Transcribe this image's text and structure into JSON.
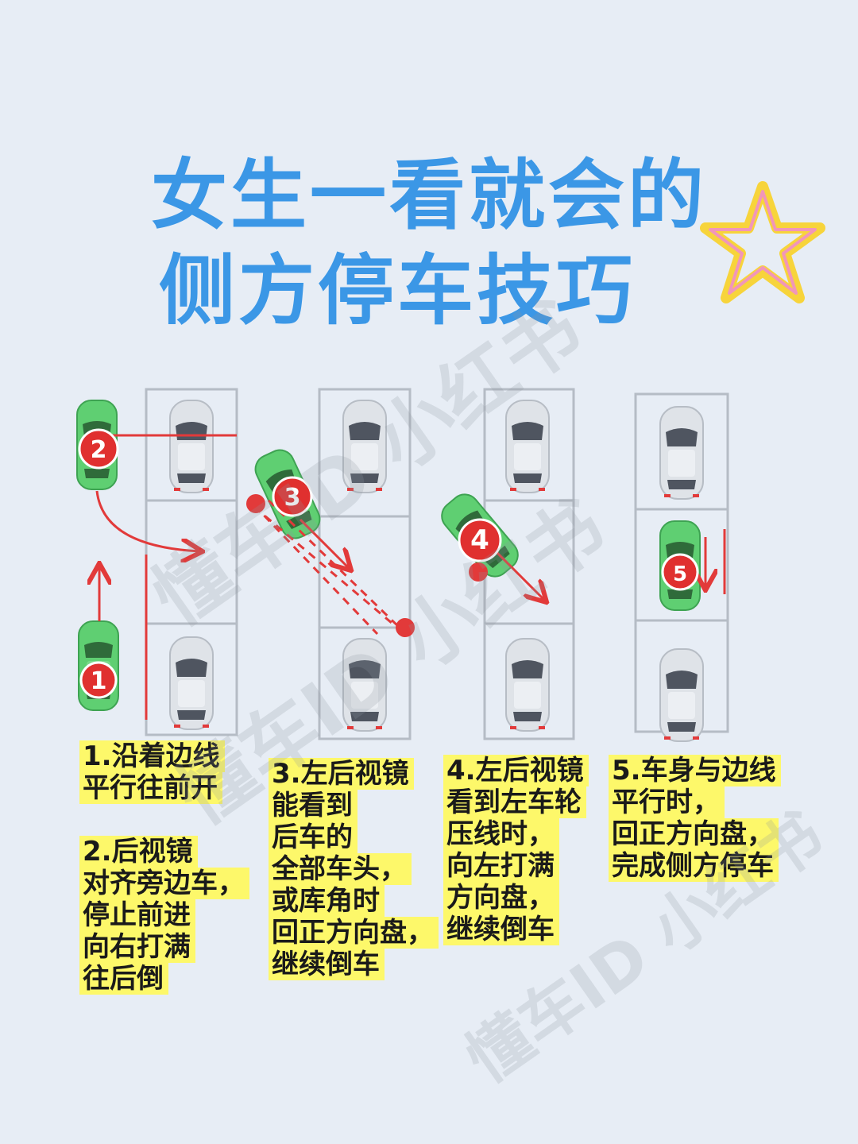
{
  "title": {
    "line1": "女生一看就会的",
    "line2": "侧方停车技巧"
  },
  "step_markers": [
    "1",
    "2",
    "3",
    "4",
    "5"
  ],
  "captions": [
    {
      "lines": [
        "1.沿着边线",
        "平行往前开"
      ]
    },
    {
      "lines": [
        "2.后视镜",
        "对齐旁边车，",
        "停止前进",
        "向右打满",
        "往后倒"
      ]
    },
    {
      "lines": [
        "3.左后视镜",
        "能看到",
        "后车的",
        "全部车头，",
        "或库角时",
        "回正方向盘，",
        "继续倒车"
      ]
    },
    {
      "lines": [
        "4.左后视镜",
        "看到左车轮",
        "压线时，",
        "向左打满",
        "方向盘，",
        "继续倒车"
      ]
    },
    {
      "lines": [
        "5.车身与边线",
        "平行时，",
        "回正方向盘，",
        "完成侧方停车"
      ]
    }
  ],
  "watermark": "懂车ID 小红书",
  "colors": {
    "background": "#e7edf5",
    "title": "#3b97e6",
    "highlight": "#fdf86a",
    "arrow": "#e23a3a",
    "car_green": "#5fcf72",
    "car_grey": "#dfe3e8",
    "marker": "#e0302f"
  }
}
